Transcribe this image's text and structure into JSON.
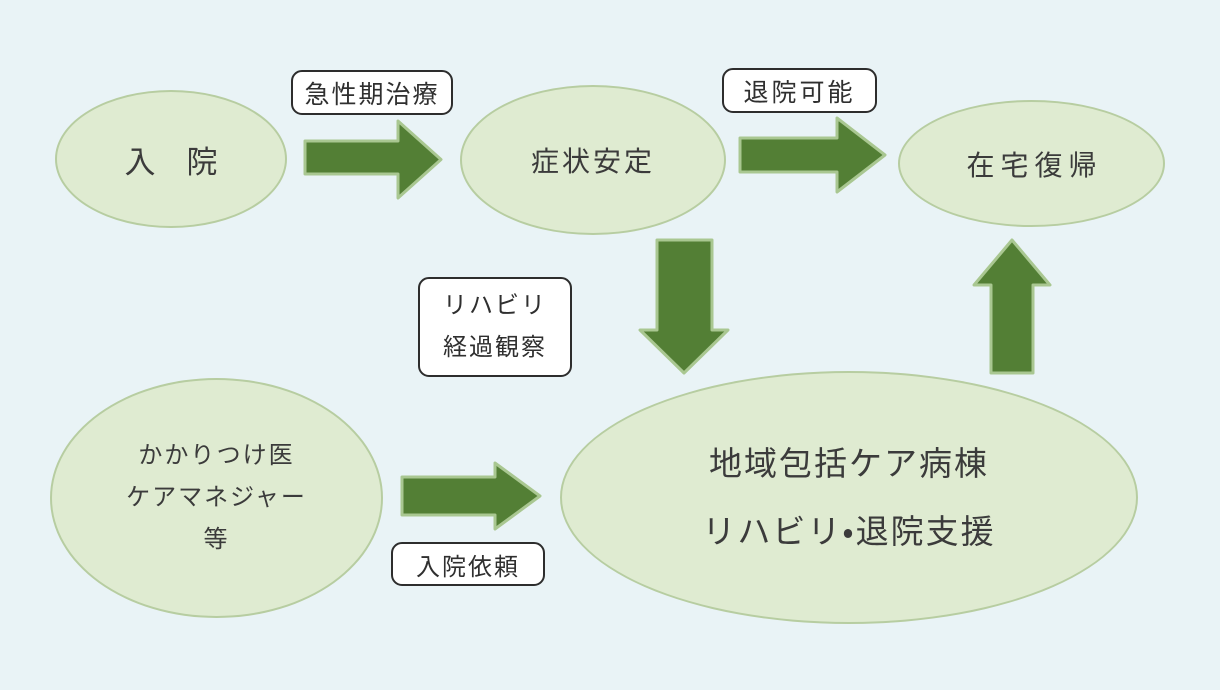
{
  "colors": {
    "background": "#e9f3f6",
    "node_fill": "#dfebd1",
    "node_border": "#b7cda1",
    "arrow_fill": "#537f35",
    "arrow_border": "#a9c791",
    "label_bg": "#ffffff",
    "label_border": "#2d2d2d",
    "text": "#3b3b3b"
  },
  "nodes": {
    "admission": {
      "label": "入　院"
    },
    "stable": {
      "label": "症状安定"
    },
    "home": {
      "label": "在宅復帰"
    },
    "referrer": {
      "lines": [
        "かかりつけ医",
        "ケアマネジャー",
        "等"
      ]
    },
    "ward": {
      "lines": [
        "地域包括ケア病棟",
        "リハビリ・退院支援"
      ]
    }
  },
  "labels": {
    "acute": "急性期治療",
    "discharge": "退院可能",
    "rehab": {
      "lines": [
        "リハビリ",
        "経過観察"
      ]
    },
    "request": "入院依頼"
  },
  "arrows": [
    {
      "name": "admission-to-stable",
      "direction": "right",
      "label": "急性期治療"
    },
    {
      "name": "stable-to-home",
      "direction": "right",
      "label": "退院可能"
    },
    {
      "name": "stable-to-ward",
      "direction": "down",
      "label": "リハビリ 経過観察"
    },
    {
      "name": "ward-to-home",
      "direction": "up",
      "label": ""
    },
    {
      "name": "referrer-to-ward",
      "direction": "right",
      "label": "入院依頼"
    }
  ]
}
